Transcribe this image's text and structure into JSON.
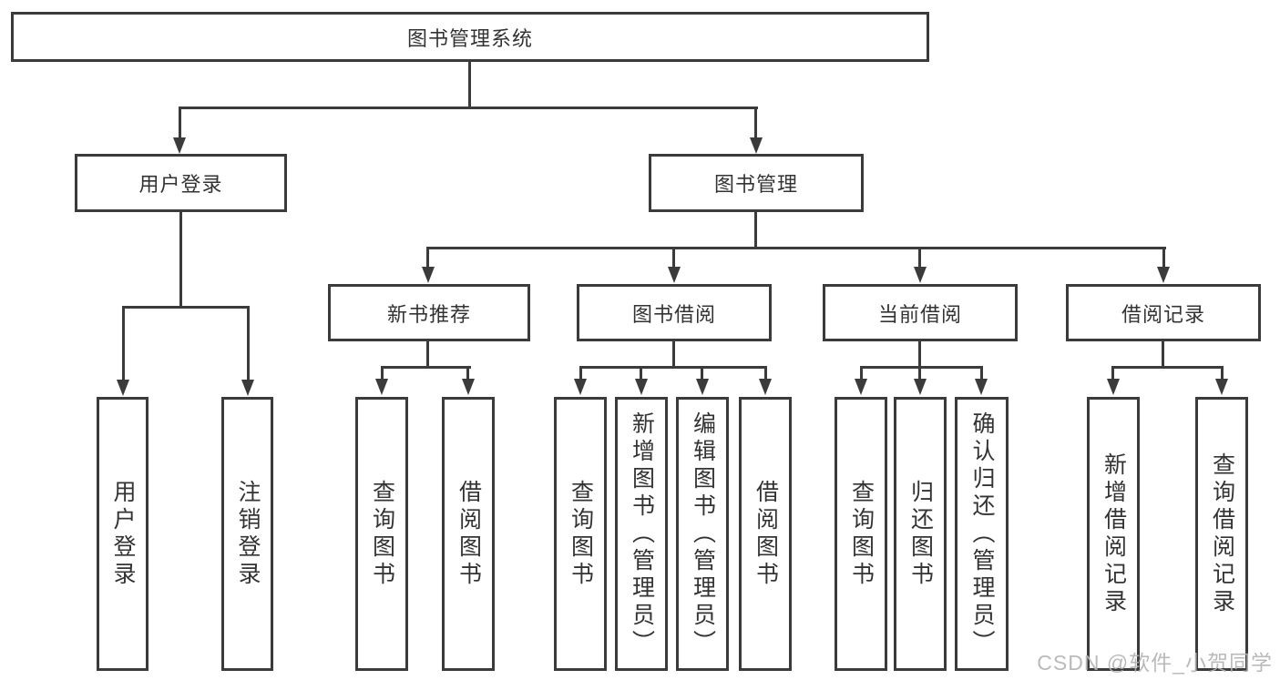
{
  "colors": {
    "line": "#3b3b3b",
    "text": "#333333",
    "background": "#ffffff",
    "watermark": "#b3b3b3"
  },
  "diagram": {
    "root": {
      "label": "图书管理系统"
    },
    "level2": {
      "user_login": {
        "label": "用户登录"
      },
      "book_management": {
        "label": "图书管理"
      }
    },
    "level3": {
      "new_book_recommend": {
        "label": "新书推荐"
      },
      "book_borrow": {
        "label": "图书借阅"
      },
      "current_borrow": {
        "label": "当前借阅"
      },
      "borrow_record": {
        "label": "借阅记录"
      }
    },
    "leaves": {
      "user_login": {
        "label": "用户登录"
      },
      "logout": {
        "label": "注销登录"
      },
      "query_book_a": {
        "label": "查询图书"
      },
      "borrow_book_a": {
        "label": "借阅图书"
      },
      "query_book_b": {
        "label": "查询图书"
      },
      "add_book_admin": {
        "label": "新增图书（管理员）"
      },
      "edit_book_admin": {
        "label": "编辑图书（管理员）"
      },
      "borrow_book_b": {
        "label": "借阅图书"
      },
      "query_book_c": {
        "label": "查询图书"
      },
      "return_book": {
        "label": "归还图书"
      },
      "confirm_return_admin": {
        "label": "确认归还（管理员）"
      },
      "add_borrow_record": {
        "label": "新增借阅记录"
      },
      "query_borrow_record": {
        "label": "查询借阅记录"
      }
    }
  },
  "watermark": {
    "text": "CSDN @软件_小贺同学"
  }
}
